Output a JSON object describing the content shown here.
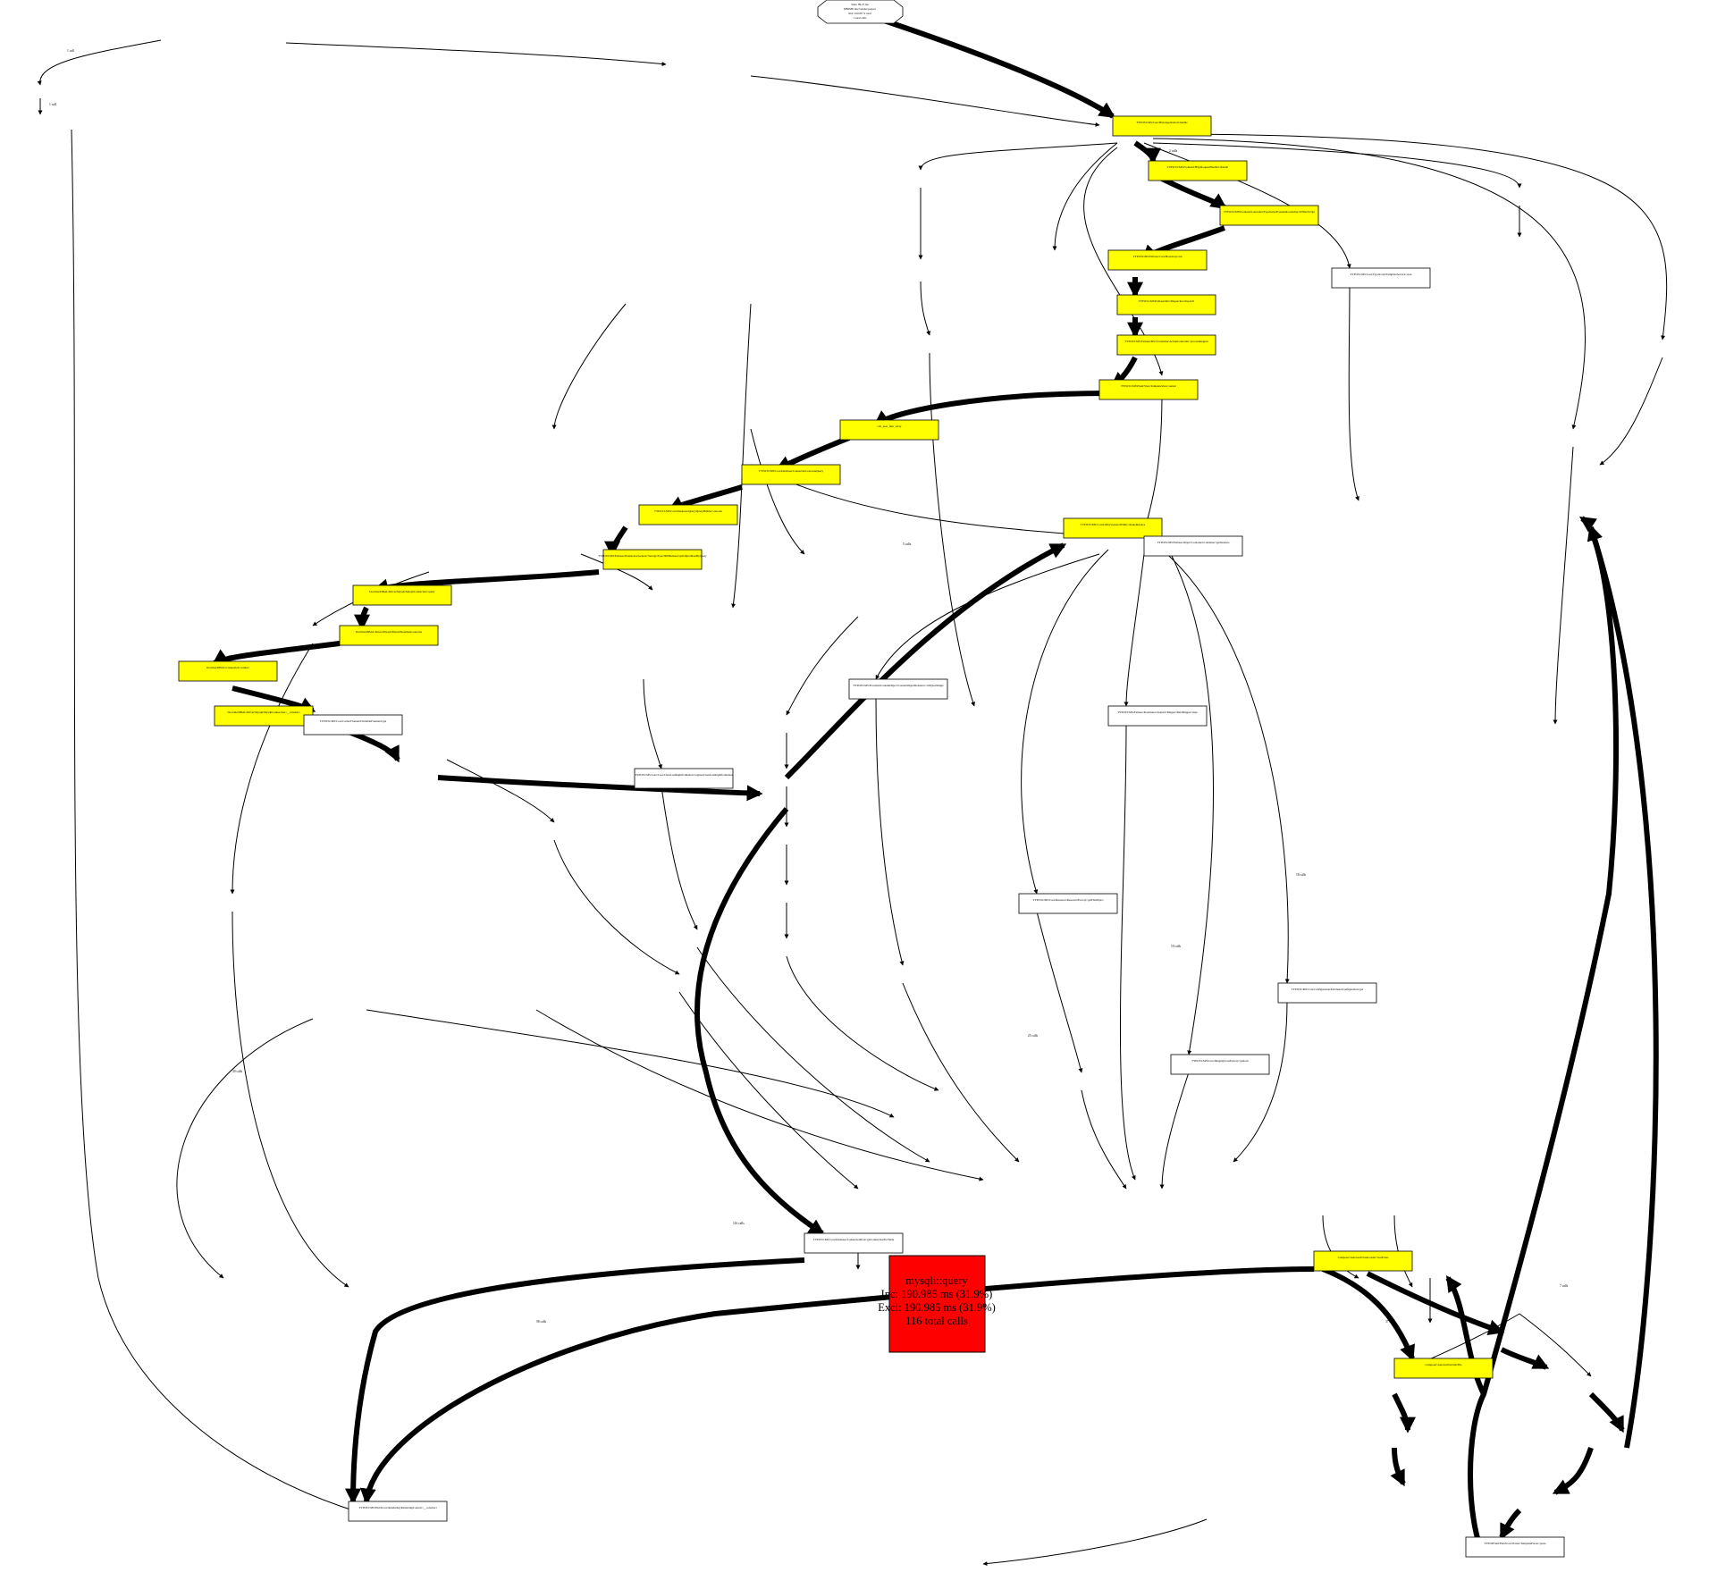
{
  "colors": {
    "hot": "#ff0000",
    "warm": "#ffff00",
    "normal": "#ffffff",
    "stroke": "#000000"
  },
  "root": {
    "title": "Stats: 89.27 ms",
    "subtitle": "$HOME/dev/vendor/project",
    "line3": "Incl: 100.00 % total",
    "line4": "1 total calls"
  },
  "hot_node": {
    "name": "mysqli::query",
    "incl": "Inc: 190.985 ms (31.9%)",
    "excl": "Excl: 190.985 ms (31.9%)",
    "calls": "116 total calls"
  },
  "nodes": [
    {
      "id": "n1",
      "name": "TYPO3\\CMS\\Core\\Http\\Application::handle",
      "color": "warm"
    },
    {
      "id": "n2",
      "name": "TYPO3\\CMS\\Frontend\\Http\\RequestHandler::handle",
      "color": "warm"
    },
    {
      "id": "n3",
      "name": "TYPO3\\CMS\\Frontend\\Controller\\TypoScriptFrontendController::INTincScript",
      "color": "warm"
    },
    {
      "id": "n4",
      "name": "TYPO3\\CMS\\Extbase\\Core\\Bootstrap::run",
      "color": "warm"
    },
    {
      "id": "n5",
      "name": "TYPO3\\CMS\\Extbase\\Mvc\\Dispatcher::dispatch",
      "color": "warm"
    },
    {
      "id": "n6",
      "name": "TYPO3\\CMS\\Extbase\\Mvc\\Controller\\ActionController::processRequest",
      "color": "warm"
    },
    {
      "id": "n7",
      "name": "TYPO3\\CMS\\Fluid\\View\\TemplateView::render",
      "color": "warm"
    },
    {
      "id": "n8",
      "name": "call_user_func_array",
      "color": "warm"
    },
    {
      "id": "n9",
      "name": "TYPO3\\CMS\\Core\\Database\\Connection::executeQuery",
      "color": "warm"
    },
    {
      "id": "n10",
      "name": "TYPO3\\CMS\\Core\\Database\\Query\\QueryBuilder::execute",
      "color": "warm"
    },
    {
      "id": "n11",
      "name": "TYPO3\\CMS\\Extbase\\Persistence\\Generic\\Storage\\Typo3DbBackend::getObjectDataByQuery",
      "color": "warm"
    },
    {
      "id": "n12",
      "name": "Doctrine\\DBAL\\Driver\\Mysqli\\MysqliConnection::query",
      "color": "warm"
    },
    {
      "id": "n13",
      "name": "Doctrine\\DBAL\\Driver\\Mysqli\\MysqliStatement::execute",
      "color": "warm"
    },
    {
      "id": "n14",
      "name": "Doctrine\\DBAL\\Connection::connect",
      "color": "warm"
    },
    {
      "id": "n15",
      "name": "Doctrine\\DBAL\\Driver\\Mysqli\\MysqliConnection::__construct",
      "color": "warm"
    },
    {
      "id": "n16",
      "name": "TYPO3\\CMS\\Core\\Cache\\Frontend\\VariableFrontend::get",
      "color": "normal"
    },
    {
      "id": "n17",
      "name": "TYPO3\\CMS\\Core\\Core\\ClassLoadingInformation::registerClassLoadingInformation",
      "color": "normal"
    },
    {
      "id": "n18",
      "name": "TYPO3\\CMS\\Core\\Utility\\GeneralUtility::makeInstance",
      "color": "warm"
    },
    {
      "id": "n19",
      "name": "TYPO3\\CMS\\Extbase\\Object\\Container\\Container::getInstance",
      "color": "normal"
    },
    {
      "id": "n20",
      "name": "TYPO3\\CMS\\Extbase\\Persistence\\Generic\\Mapper\\DataMapper::map",
      "color": "normal"
    },
    {
      "id": "n21",
      "name": "TYPO3\\CMS\\Core\\Configuration\\ExtensionConfiguration::get",
      "color": "normal"
    },
    {
      "id": "n22",
      "name": "TYPO3\\CMS\\Core\\Imaging\\IconFactory::getIcon",
      "color": "normal"
    },
    {
      "id": "n23",
      "name": "TYPO3\\CMS\\Core\\Resource\\ResourceFactory::getFileObject",
      "color": "normal"
    },
    {
      "id": "n24",
      "name": "TYPO3\\CMS\\Frontend\\ContentObject\\ContentObjectRenderer::cObjGetSingle",
      "color": "normal"
    },
    {
      "id": "n25",
      "name": "TYPO3\\CMS\\Core\\TypoScript\\TemplateService::start",
      "color": "normal"
    },
    {
      "id": "n26",
      "name": "Composer\\Autoload\\ClassLoader::loadClass",
      "color": "warm"
    },
    {
      "id": "n27",
      "name": "Composer\\Autoload\\includeFile",
      "color": "warm"
    },
    {
      "id": "n28",
      "name": "TYPO3\\CMS\\Core\\Database\\ConnectionPool::getConnectionForTable",
      "color": "normal"
    },
    {
      "id": "n29",
      "name": "TYPO3\\CMS\\Fluid\\Core\\Rendering\\RenderingContext::__construct",
      "color": "normal"
    },
    {
      "id": "n30",
      "name": "TYPO3Fluid\\Fluid\\Core\\Parser\\TemplateParser::parse",
      "color": "normal"
    }
  ],
  "edge_labels": [
    "1 call",
    "1 call",
    "2 calls",
    "5 calls",
    "7 calls",
    "10 calls",
    "18 calls",
    "25 calls",
    "30 calls",
    "37 calls",
    "58 calls",
    "116 calls"
  ]
}
